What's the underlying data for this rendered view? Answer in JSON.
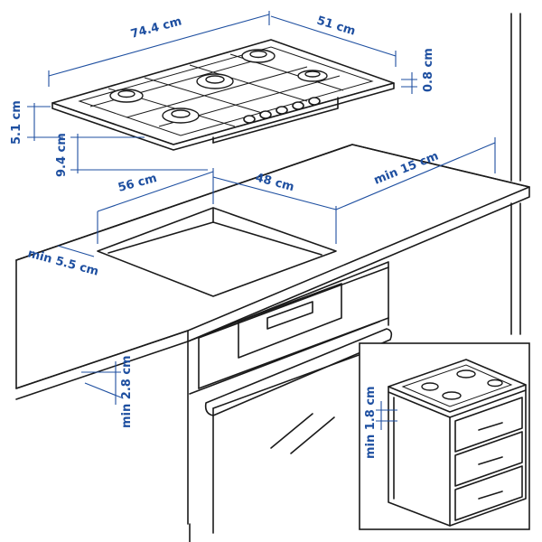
{
  "dimensions": {
    "hob_width": "74.4 cm",
    "hob_depth": "51 cm",
    "hob_thickness": "0.8 cm",
    "hob_height": "5.1 cm",
    "total_height": "9.4 cm",
    "cutout_depth": "56 cm",
    "cutout_width": "48 cm",
    "min_back": "min 15 cm",
    "min_front": "min 5.5 cm",
    "min_below": "min 2.8 cm",
    "inset_min_below": "min 1.8 cm"
  },
  "colors": {
    "dimension": "#1e4fa0",
    "line": "#1a1a1a"
  }
}
